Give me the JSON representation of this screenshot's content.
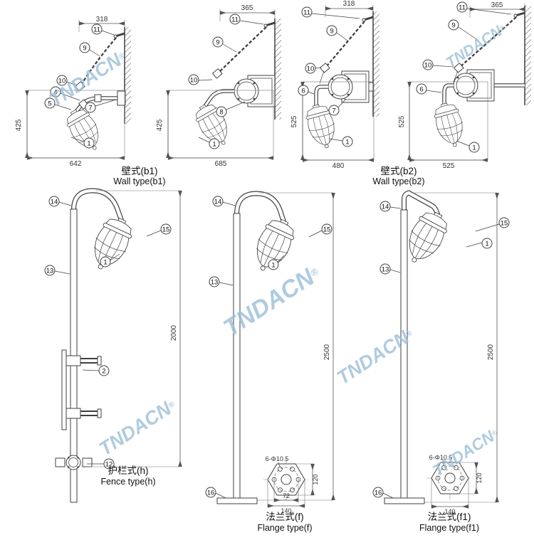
{
  "watermark": {
    "text": "TNDACN",
    "reg": "®"
  },
  "captions": {
    "b1": {
      "cn": "壁式(b1)",
      "en": "Wall type(b1)"
    },
    "b2": {
      "cn": "壁式(b2)",
      "en": "Wall type(b2)"
    },
    "h": {
      "cn": "护栏式(h)",
      "en": "Fence type(h)"
    },
    "f": {
      "cn": "法兰式(f)",
      "en": "Flange type(f)"
    },
    "f1": {
      "cn": "法兰式(f1)",
      "en": "Flange type(f1)"
    }
  },
  "w1": {
    "dim_top": "318",
    "dim_left": "425",
    "dim_bottom": "642",
    "c11": "11",
    "c9": "9",
    "c10": "10",
    "c4": "4",
    "c5": "5",
    "c7": "7",
    "c1": "1"
  },
  "w2": {
    "dim_top": "365",
    "dim_left": "425",
    "dim_bottom": "685",
    "c11": "11",
    "c9": "9",
    "c10": "10",
    "c8": "8",
    "c1": "1"
  },
  "w3": {
    "dim_top": "318",
    "dim_left": "525",
    "dim_bottom": "480",
    "c11": "11",
    "c9": "9",
    "c10": "10",
    "c6": "6",
    "c7": "7",
    "c1": "1"
  },
  "w4": {
    "dim_top": "365",
    "dim_left": "525",
    "dim_bottom": "525",
    "c11": "11",
    "c9": "9",
    "c10": "10",
    "c6": "6",
    "c1": "1"
  },
  "p1": {
    "dim_height": "2000",
    "c14": "14",
    "c15": "15",
    "c1": "1",
    "c13": "13",
    "c2": "2",
    "c12": "12"
  },
  "p2": {
    "dim_height": "2500",
    "c14": "14",
    "c15": "15",
    "c1": "1",
    "c13": "13",
    "c16": "16",
    "flange": {
      "bolts": "6-Φ10.5",
      "side": "120",
      "inner": "72",
      "outer": "140"
    }
  },
  "p3": {
    "dim_height": "2500",
    "c14": "14",
    "c15": "15",
    "c1": "1",
    "c13": "13",
    "c16": "16",
    "flange": {
      "bolts": "6-Φ10.5",
      "side": "120",
      "outer": "140"
    }
  }
}
